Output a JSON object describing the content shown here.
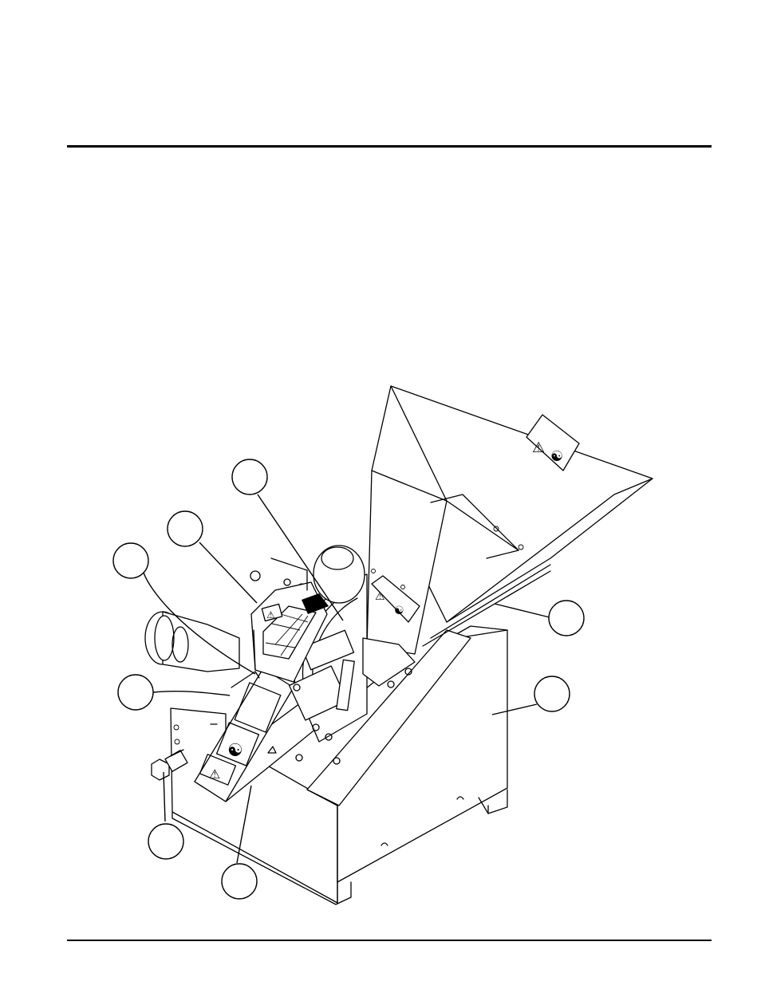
{
  "figure": {
    "callouts": [
      {
        "id": "callout-1",
        "label": ""
      },
      {
        "id": "callout-2",
        "label": ""
      },
      {
        "id": "callout-3",
        "label": ""
      },
      {
        "id": "callout-4",
        "label": ""
      },
      {
        "id": "callout-5",
        "label": ""
      },
      {
        "id": "callout-6",
        "label": ""
      },
      {
        "id": "callout-7",
        "label": ""
      },
      {
        "id": "callout-8",
        "label": ""
      }
    ]
  }
}
